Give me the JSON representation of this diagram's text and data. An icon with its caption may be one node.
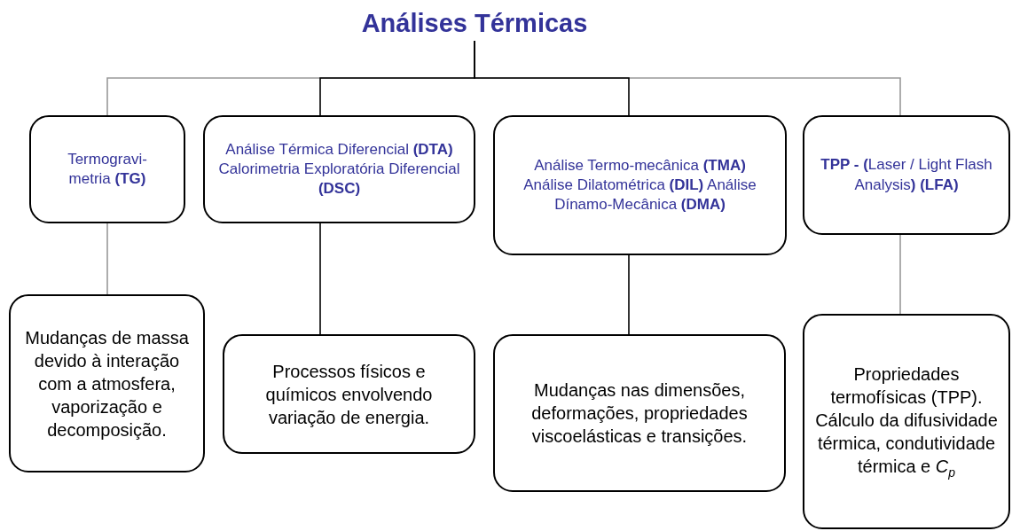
{
  "diagram": {
    "nodes": [
      {
        "text": [
          "Análises Térmicas"
        ]
      },
      {
        "text": [
          "Termogravi- metria **(TG)**"
        ]
      },
      {
        "text": [
          "Análise Térmica Diferencial **(DTA)** Calorimetria Exploratória Diferencial **(DSC)**"
        ]
      },
      {
        "text": [
          "Análise Termo-mecânica **(TMA)** Análise Dilatométrica **(DIL)** Análise Dínamo-Mecânica **(DMA)**"
        ]
      },
      {
        "text": [
          "**TPP - (**Laser / Light Flash Analysis**)** **(LFA)**"
        ]
      },
      {
        "text": [
          "Mudanças de massa devido à interação com a atmosfera, vaporização e decomposição."
        ]
      },
      {
        "text": [
          "Processos físicos e químicos envolvendo variação de energia."
        ]
      },
      {
        "text": [
          "Mudanças nas dimensões, deformações, propriedades viscoelásticas e transições."
        ]
      },
      {
        "text": [
          "Propriedades termofísicas (TPP). Cálculo da difusividade térmica, condutividade térmica e *C*$_{p}$"
        ]
      }
    ],
    "edges": [
      {
        "from": 0,
        "to": 1,
        "arrow": "none",
        "color": "#999999"
      },
      {
        "from": 0,
        "to": 4,
        "arrow": "none",
        "color": "#999999"
      },
      {
        "from": 0,
        "to": 2,
        "arrow": "none",
        "color": "#000000"
      },
      {
        "from": 0,
        "to": 3,
        "arrow": "none",
        "color": "#000000"
      },
      {
        "from": 1,
        "to": 5,
        "arrow": "none",
        "color": "#999999"
      },
      {
        "from": 2,
        "to": 6,
        "arrow": "none",
        "color": "#000000"
      },
      {
        "from": 3,
        "to": 7,
        "arrow": "none",
        "color": "#000000"
      },
      {
        "from": 4,
        "to": 8,
        "arrow": "none",
        "color": "#999999"
      }
    ]
  }
}
